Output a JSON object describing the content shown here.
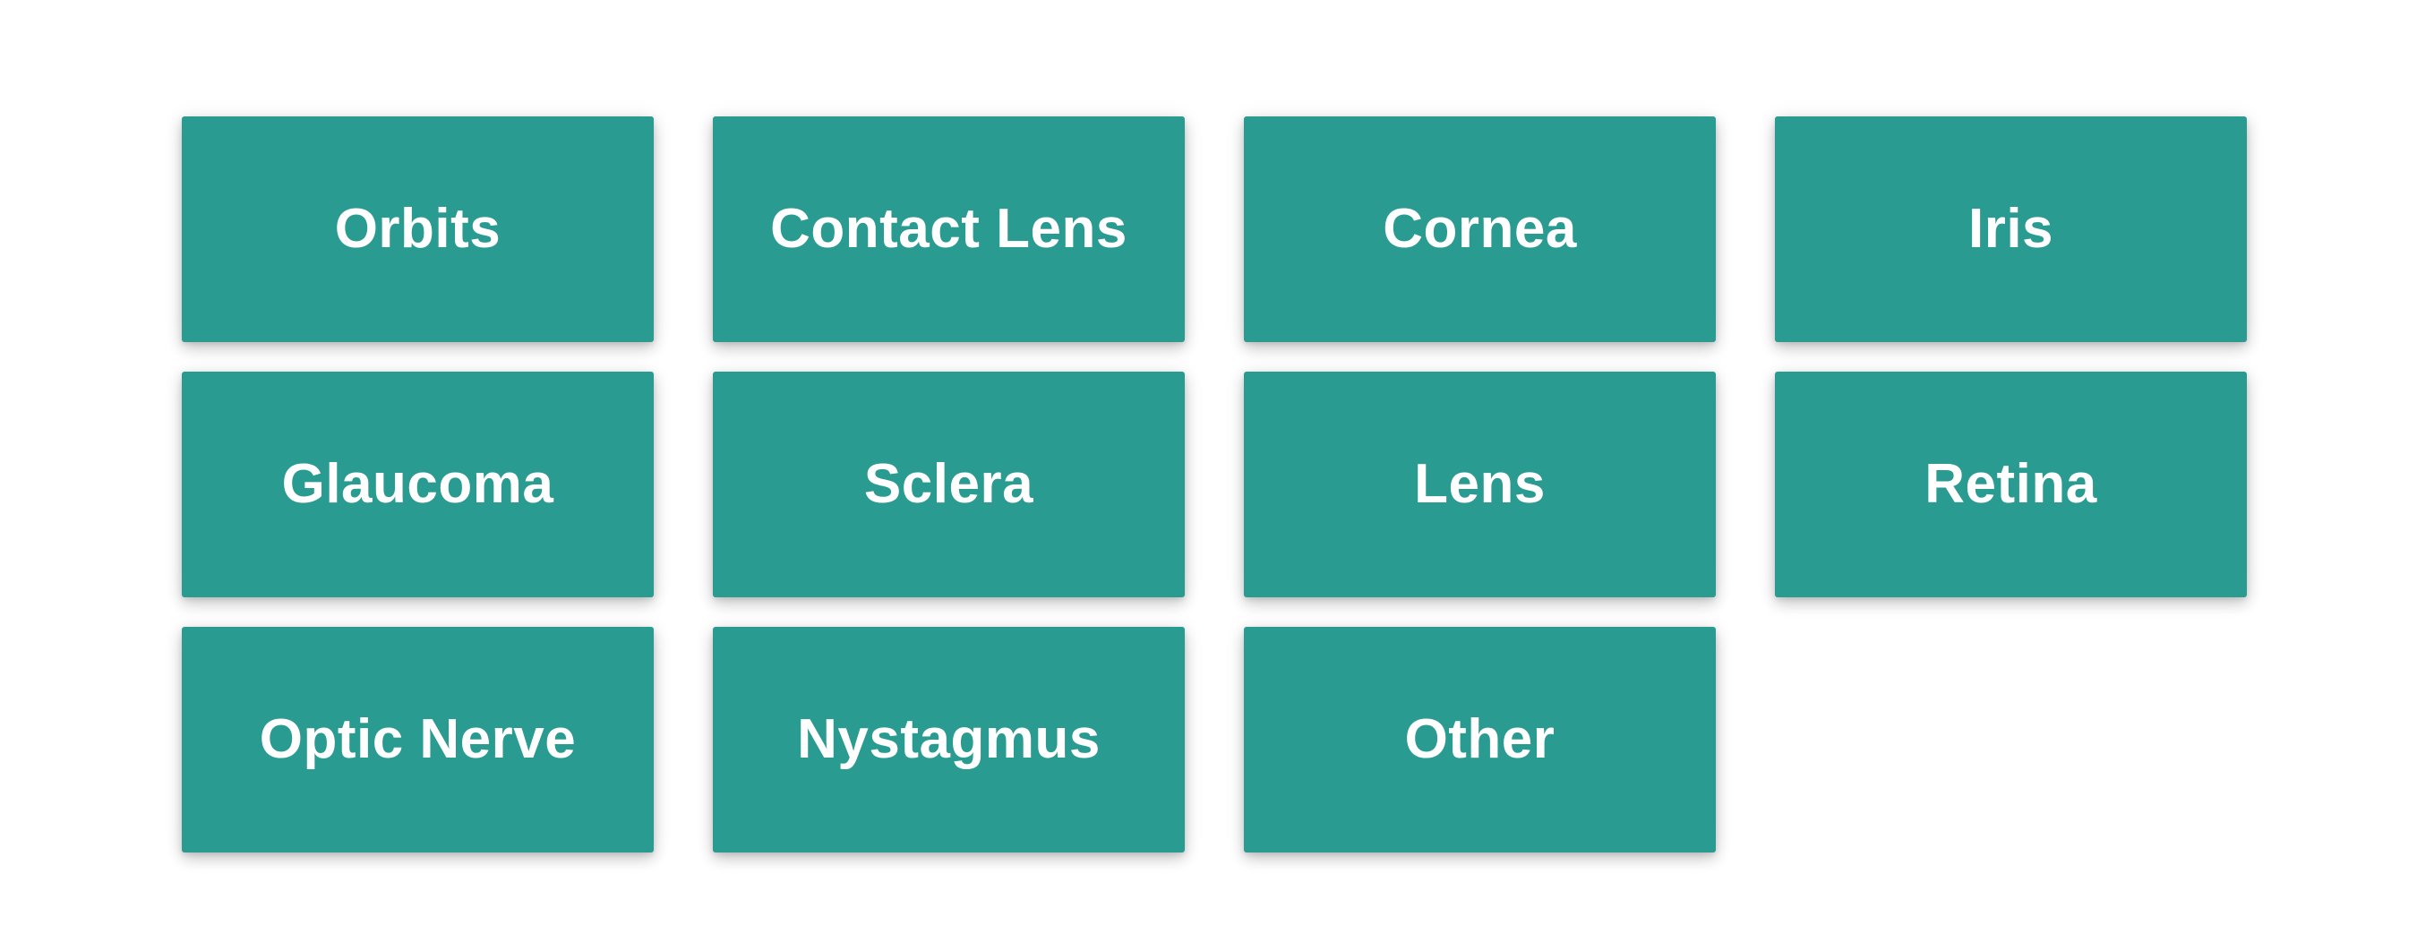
{
  "theme": {
    "page_background": "#ffffff",
    "button_color": "#2a9b90",
    "button_text_color": "#ffffff"
  },
  "category_grid": {
    "buttons": [
      {
        "label": "Orbits"
      },
      {
        "label": "Contact Lens"
      },
      {
        "label": "Cornea"
      },
      {
        "label": "Iris"
      },
      {
        "label": "Glaucoma"
      },
      {
        "label": "Sclera"
      },
      {
        "label": "Lens"
      },
      {
        "label": "Retina"
      },
      {
        "label": "Optic Nerve"
      },
      {
        "label": "Nystagmus"
      },
      {
        "label": "Other"
      }
    ]
  }
}
